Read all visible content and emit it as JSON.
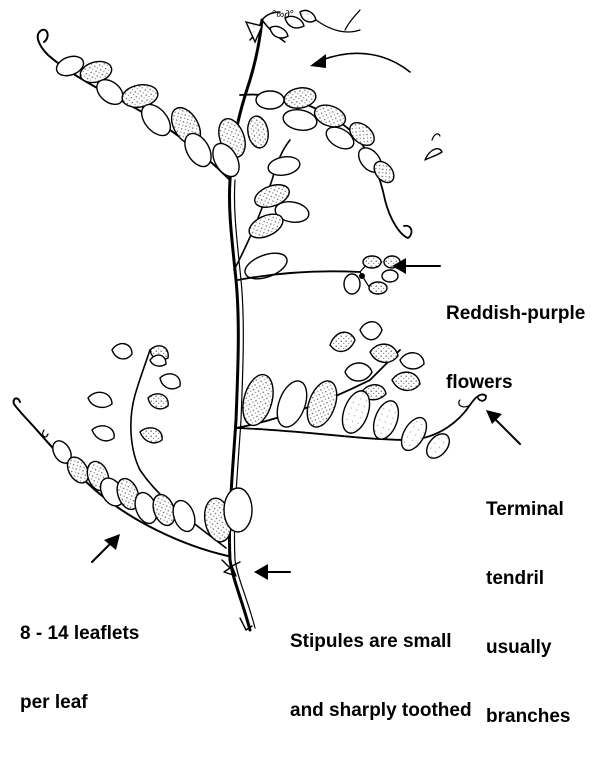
{
  "labels": {
    "flowers": [
      "Reddish-purple",
      "flowers"
    ],
    "tendril": [
      "Terminal",
      "tendril",
      "usually",
      "branches"
    ],
    "leaflets": [
      "8 - 14 leaflets",
      "per leaf"
    ],
    "stipules": [
      "Stipules are small",
      "and sharply toothed"
    ]
  }
}
